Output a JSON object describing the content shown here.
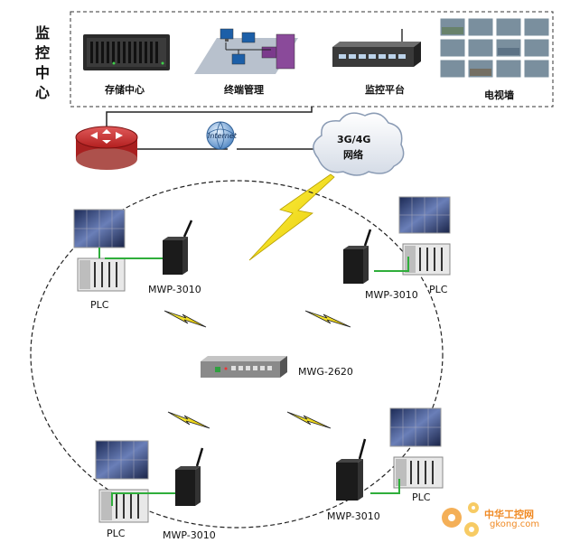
{
  "monitoring_center": {
    "title_chars": [
      "监",
      "控",
      "中",
      "心"
    ],
    "storage_label": "存储中心",
    "terminal_label": "终端管理",
    "platform_label": "监控平台",
    "videowall_label": "电视墙"
  },
  "network": {
    "internet_label": "Internet",
    "cloud_line1": "3G/4G",
    "cloud_line2": "网络"
  },
  "field": {
    "gateway_label": "MWG-2620",
    "nodes": [
      {
        "router_label": "MWP-3010",
        "plc_label": "PLC"
      },
      {
        "router_label": "MWP-3010",
        "plc_label": "PLC"
      },
      {
        "router_label": "MWP-3010",
        "plc_label": "PLC"
      },
      {
        "router_label": "MWP-3010",
        "plc_label": "PLC"
      }
    ]
  },
  "watermark": {
    "brand": "中华工控网",
    "url": "gkong.com"
  }
}
